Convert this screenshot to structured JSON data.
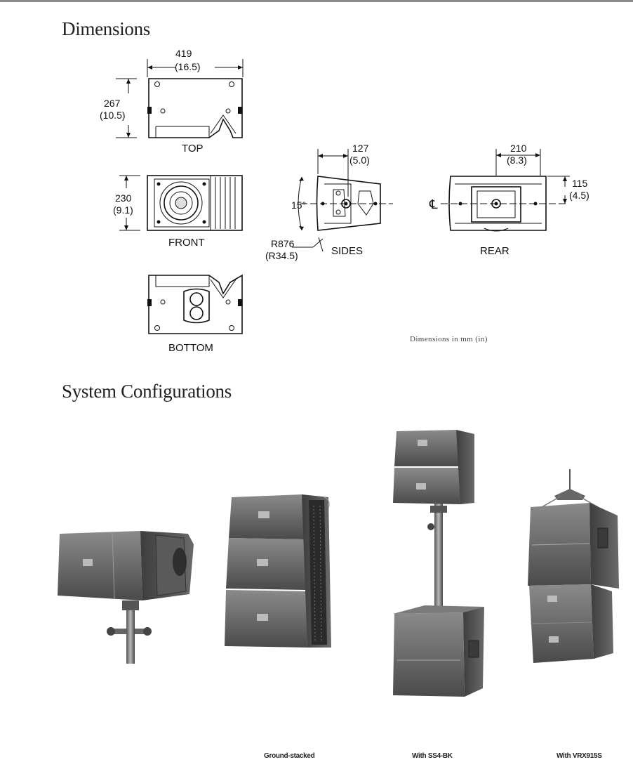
{
  "sections": {
    "dimensions_title": "Dimensions",
    "configurations_title": "System Configurations"
  },
  "dimensions": {
    "top": {
      "label": "TOP",
      "width_mm": "419",
      "width_in": "(16.5)",
      "depth_mm": "267",
      "depth_in": "(10.5)"
    },
    "front": {
      "label": "FRONT",
      "height_mm": "230",
      "height_in": "(9.1)"
    },
    "sides": {
      "label": "SIDES",
      "angle": "15°",
      "depth_mm": "127",
      "depth_in": "(5.0)",
      "radius_mm": "R876",
      "radius_in": "(R34.5)"
    },
    "rear": {
      "label": "REAR",
      "width_mm": "210",
      "width_in": "(8.3)",
      "offset_mm": "115",
      "offset_in": "(4.5)",
      "centerline_symbol": "℄"
    },
    "bottom": {
      "label": "BOTTOM"
    },
    "units_note": "Dimensions in mm (in)"
  },
  "configurations": {
    "captions": [
      "Ground-stacked",
      "With SS4-BK",
      "With VRX915S"
    ]
  },
  "colors": {
    "text": "#1a1a1a",
    "rule": "#8a8a8a",
    "cabinet_dark": "#4a4a4a",
    "cabinet_mid": "#6e6e6e",
    "cabinet_light": "#9a9a9a",
    "grille_accent": "#bdbdbd"
  }
}
